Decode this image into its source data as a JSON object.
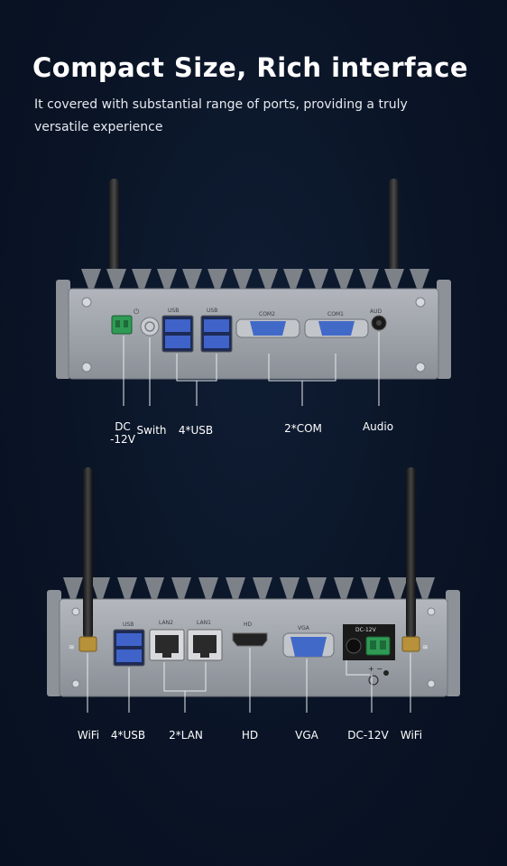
{
  "header": {
    "title": "Compact Size, Rich interface",
    "subtitle": "It covered with substantial range of ports, providing a truly versatile experience"
  },
  "top_panel": {
    "printed": {
      "usb_a": "USB",
      "usb_b": "USB",
      "com2": "COM2",
      "com1": "COM1",
      "aud": "AUD"
    },
    "labels": {
      "dc": "DC\n-12V",
      "switch": "Swith",
      "usb": "4*USB",
      "com": "2*COM",
      "audio": "Audio"
    }
  },
  "bottom_panel": {
    "printed": {
      "usb": "USB",
      "lan2": "LAN2",
      "lan1": "LAN1",
      "hd": "HD",
      "vga": "VGA",
      "dc": "DC-12V"
    },
    "labels": {
      "wifi_left": "WiFi",
      "usb": "4*USB",
      "lan": "2*LAN",
      "hd": "HD",
      "vga": "VGA",
      "dc": "DC-12V",
      "wifi_right": "WiFi"
    }
  },
  "colors": {
    "background": "#0a1426",
    "chassis": "#9ea3aa",
    "usb_blue": "#3f63c9",
    "com_blue": "#4169c8",
    "terminal_green": "#2f9a54"
  }
}
